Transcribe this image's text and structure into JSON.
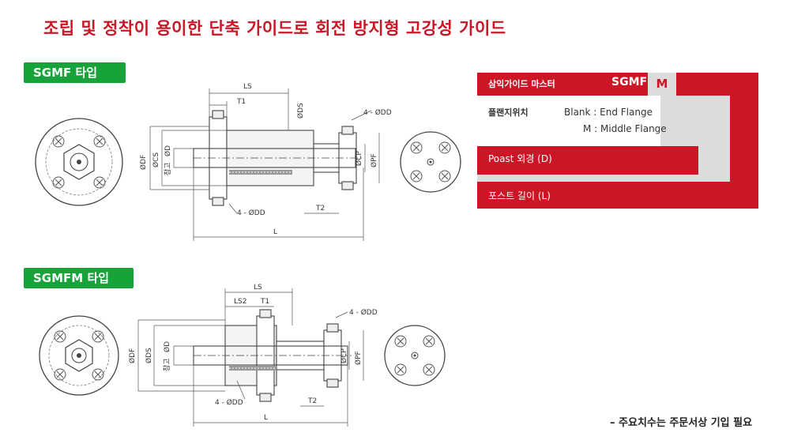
{
  "title": "조립 및 정착이 용이한 단축 가이드로 회전 방지형 고강성 가이드",
  "type_sgmf": "SGMF 타입",
  "type_sgmfm": "SGMFM 타입",
  "drawing1": {
    "ls": "LS",
    "t1": "T1",
    "ds": "ØDS",
    "dd_top": "4 - ØDD",
    "df": "ØDF",
    "cs": "ØCS",
    "d": "ØD",
    "ref": "참고",
    "cp": "ØCP",
    "pf": "ØPF",
    "dd_bottom": "4 - ØDD",
    "t2": "T2",
    "l": "L"
  },
  "drawing2": {
    "ls": "LS",
    "ls2": "LS2",
    "t1": "T1",
    "dd_top": "4 - ØDD",
    "df": "ØDF",
    "ds": "ØDS",
    "d": "ØD",
    "ref": "참고",
    "cp": "ØCP",
    "pf": "ØPF",
    "dd_bottom": "4 - ØDD",
    "t2": "T2",
    "l": "L"
  },
  "code_panel": {
    "header": "삼익가이드 마스터",
    "code": "SGMF",
    "suffix": "M",
    "flange_label": "플랜지위치",
    "option_blank": "Blank : End Flange",
    "option_m": "M : Middle Flange",
    "post_od": "Poast 외경 (D)",
    "post_length": "포스트 길이 (L)"
  },
  "note": "– 주요치수는 주문서상 기입 필요",
  "colors": {
    "accent_red": "#cc1626",
    "tag_green": "#17a33a",
    "panel_grey": "#dcdcdc"
  }
}
